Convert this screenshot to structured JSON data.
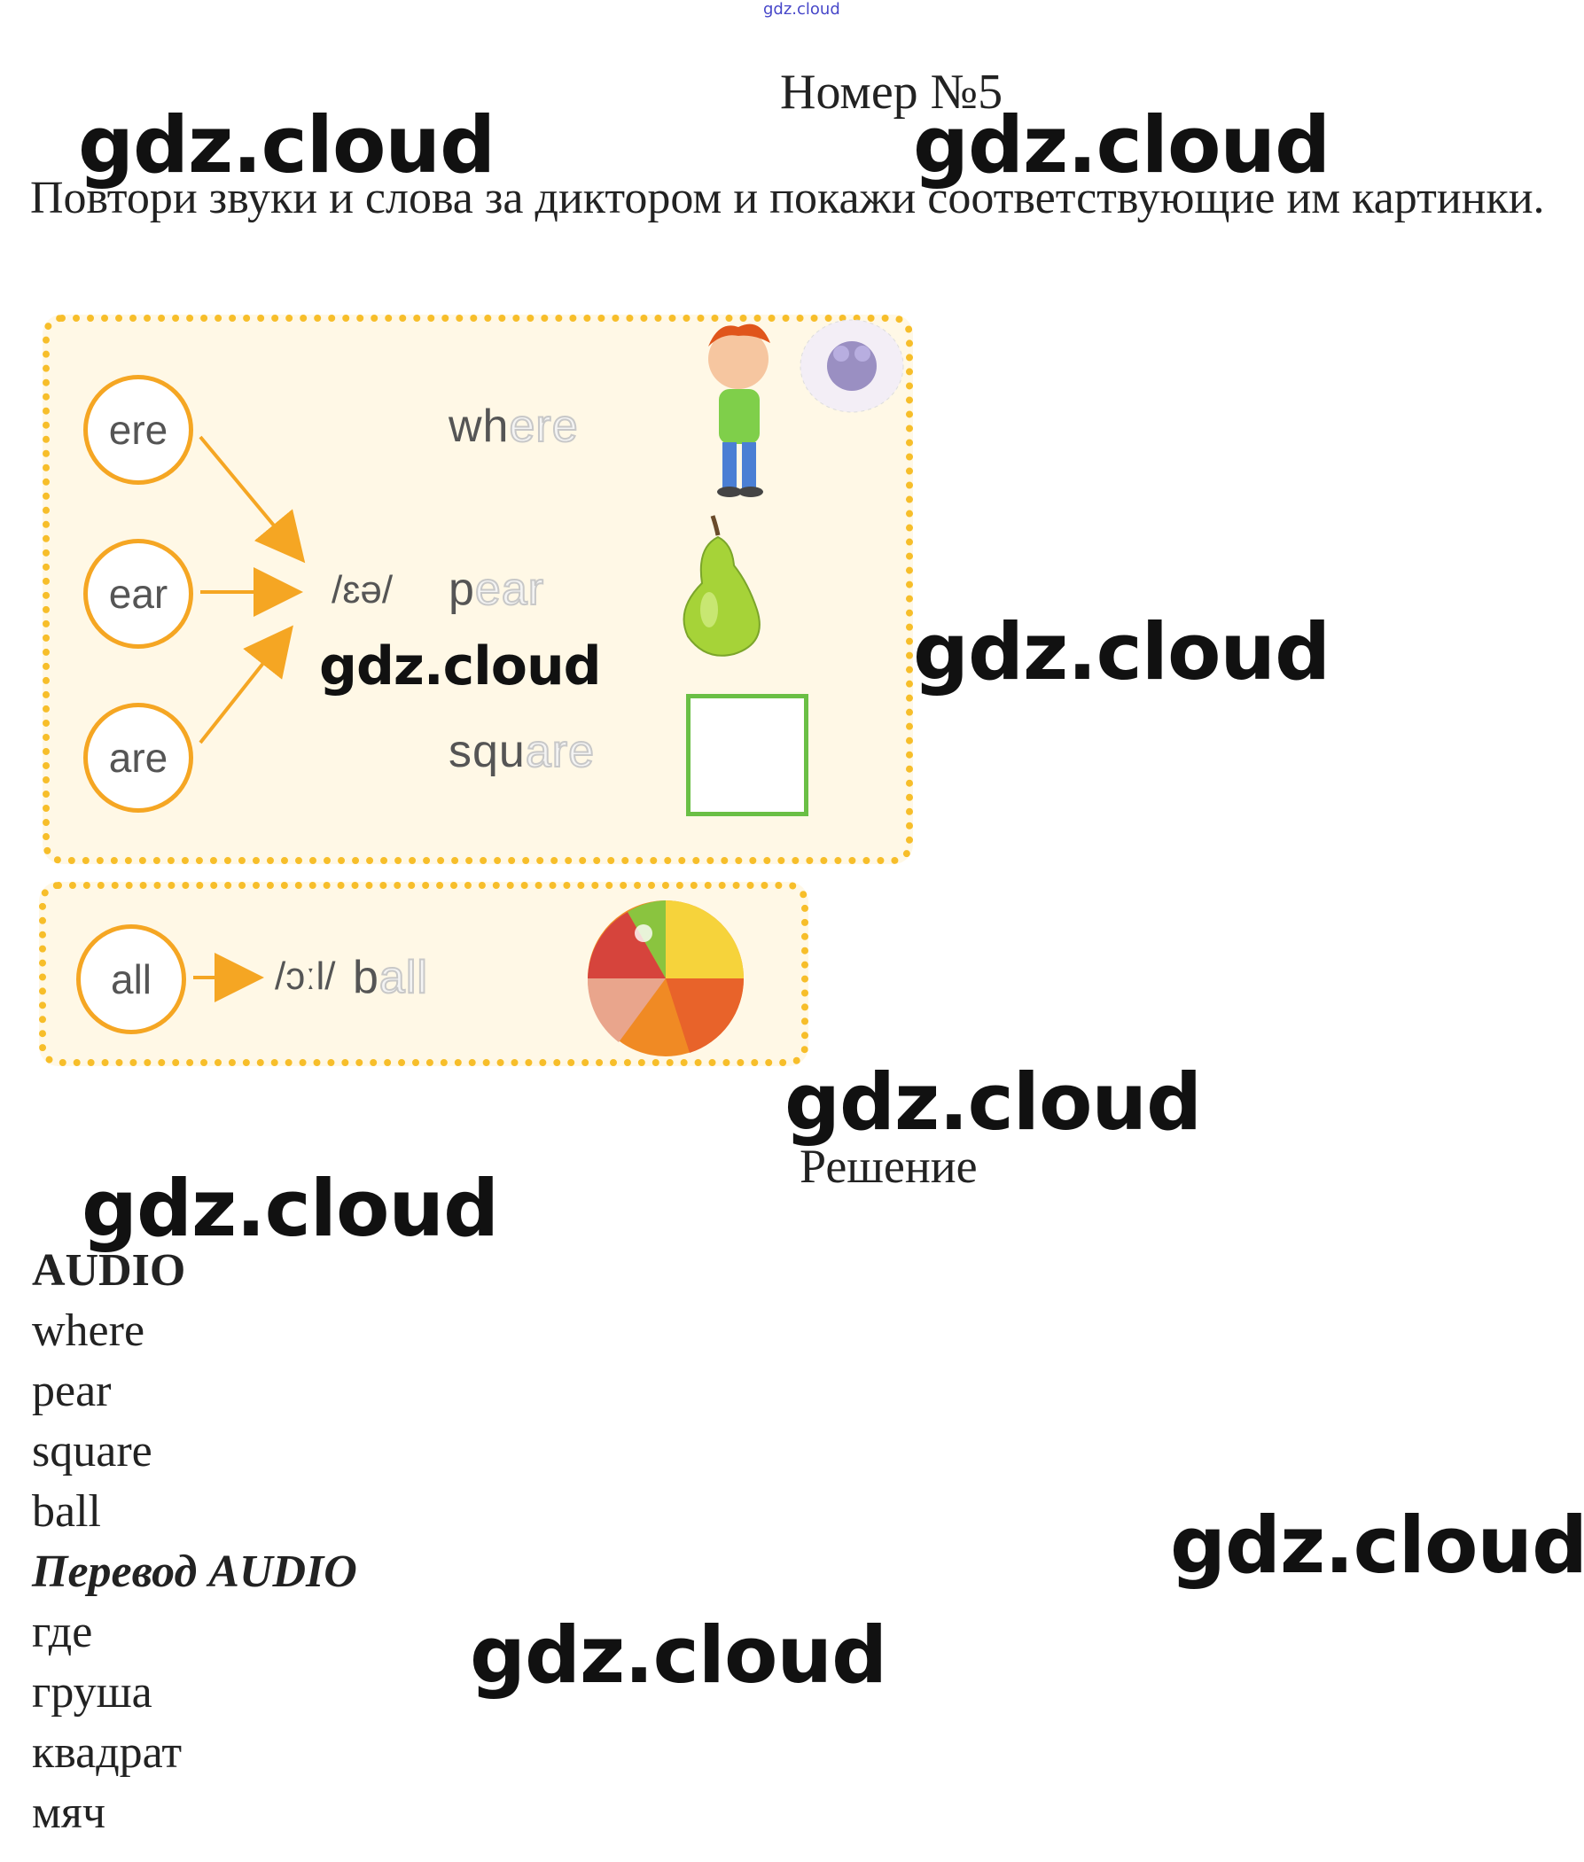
{
  "top_link": "gdz.cloud",
  "title": "Номер №5",
  "task": "Повтори звуки и слова за диктором и покажи соответствующие им картинки.",
  "watermark": "gdz.cloud",
  "card1": {
    "circles": [
      "ere",
      "ear",
      "are"
    ],
    "phonetic": "/ɛə/",
    "words": [
      {
        "plain": "wh",
        "ghost": "ere"
      },
      {
        "plain": "p",
        "ghost": "ear"
      },
      {
        "plain": "squ",
        "ghost": "are"
      }
    ]
  },
  "card2": {
    "circle": "all",
    "phonetic": "/ɔːl/",
    "word": {
      "plain": "b",
      "ghost": "all"
    }
  },
  "solution_label": "Решение",
  "audio_heading": "AUDIO",
  "audio_words": [
    "where",
    "pear",
    "square",
    "ball"
  ],
  "translation_heading": "Перевод AUDIO",
  "translation_words": [
    "где",
    "груша",
    "квадрат",
    "мяч"
  ],
  "colors": {
    "accent": "#f5a623",
    "card_bg": "#fff8e6",
    "square_border": "#6abf45"
  }
}
